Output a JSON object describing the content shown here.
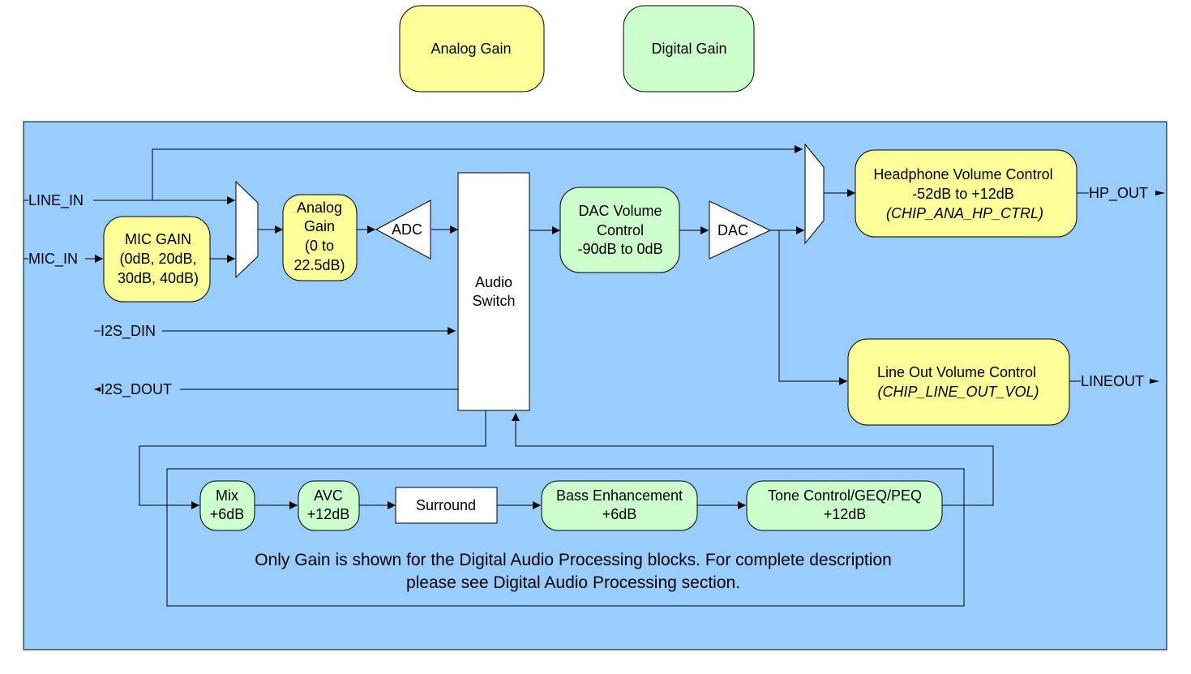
{
  "legend": {
    "analog": "Analog Gain",
    "digital": "Digital Gain"
  },
  "colors": {
    "panel": "#99ccff",
    "analog": "#ffff99",
    "digital": "#ccffcc",
    "white": "#ffffff",
    "stroke": "#000000"
  },
  "signals": {
    "line_in": "LINE_IN",
    "mic_in": "MIC_IN",
    "i2s_din": "I2S_DIN",
    "i2s_dout": "I2S_DOUT",
    "hp_out": "HP_OUT",
    "lineout": "LINEOUT"
  },
  "blocks": {
    "mic_gain": [
      "MIC GAIN",
      "(0dB, 20dB,",
      "30dB, 40dB)"
    ],
    "analog_gain": [
      "Analog",
      "Gain",
      "(0 to",
      "22.5dB)"
    ],
    "adc": "ADC",
    "audio_switch": [
      "Audio",
      "Switch"
    ],
    "dac_volume": [
      "DAC Volume",
      "Control",
      "-90dB to 0dB"
    ],
    "dac": "DAC",
    "hp_volume": [
      "Headphone Volume Control",
      "-52dB to +12dB",
      "(CHIP_ANA_HP_CTRL)"
    ],
    "lineout_volume": [
      "Line Out Volume Control",
      "(CHIP_LINE_OUT_VOL)"
    ],
    "mix": [
      "Mix",
      "+6dB"
    ],
    "avc": [
      "AVC",
      "+12dB"
    ],
    "surround": "Surround",
    "bass": [
      "Bass Enhancement",
      "+6dB"
    ],
    "tone": [
      "Tone Control/GEQ/PEQ",
      "+12dB"
    ]
  },
  "note": [
    "Only Gain is shown for the Digital Audio Processing blocks.   For complete description",
    "please see Digital Audio Processing section."
  ]
}
